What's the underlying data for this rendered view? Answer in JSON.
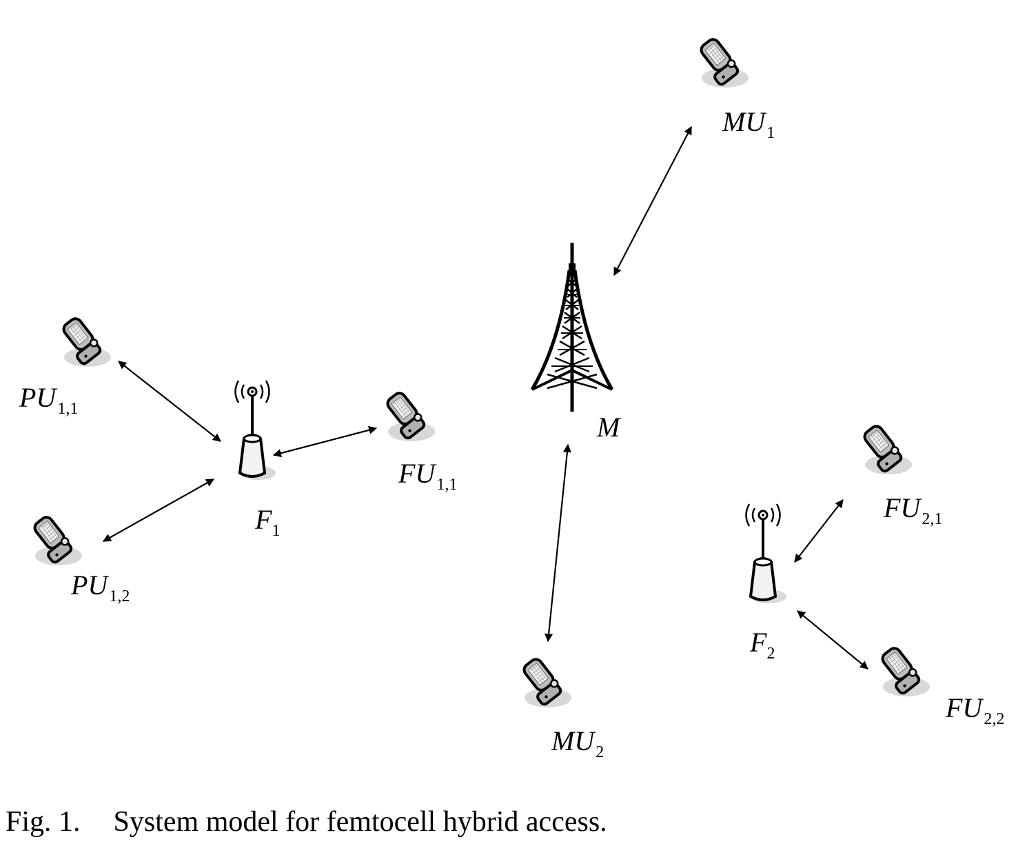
{
  "caption": {
    "figure_number": "Fig. 1.",
    "text": "System model for femtocell hybrid access."
  },
  "nodes": {
    "M": {
      "main": "M",
      "sub": ""
    },
    "F1": {
      "main": "F",
      "sub": "1"
    },
    "F2": {
      "main": "F",
      "sub": "2"
    },
    "MU1": {
      "main": "MU",
      "sub": "1"
    },
    "MU2": {
      "main": "MU",
      "sub": "2"
    },
    "PU11": {
      "main": "PU",
      "sub": "1,1"
    },
    "PU12": {
      "main": "PU",
      "sub": "1,2"
    },
    "FU11": {
      "main": "FU",
      "sub": "1,1"
    },
    "FU21": {
      "main": "FU",
      "sub": "2,1"
    },
    "FU22": {
      "main": "FU",
      "sub": "2,2"
    }
  },
  "links": [
    [
      "M",
      "MU1"
    ],
    [
      "M",
      "MU2"
    ],
    [
      "F1",
      "PU11"
    ],
    [
      "F1",
      "PU12"
    ],
    [
      "F1",
      "FU11"
    ],
    [
      "F2",
      "FU21"
    ],
    [
      "F2",
      "FU22"
    ]
  ],
  "icons": {
    "phone": "flip-phone-icon",
    "macro": "cell-tower-icon",
    "femto": "femto-access-point-icon"
  }
}
